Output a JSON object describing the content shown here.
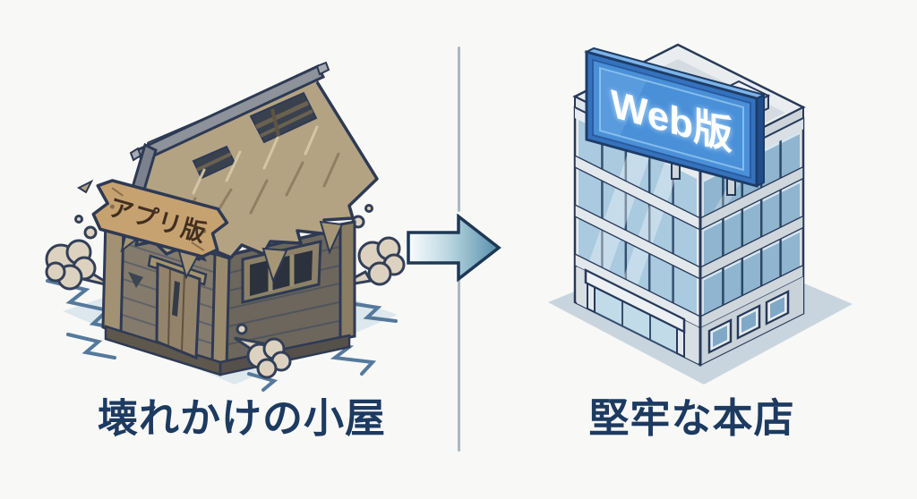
{
  "scene": {
    "background_color": "#f8f8f6",
    "left": {
      "caption": "壊れかけの小屋",
      "sign_label": "アプリ版",
      "icon": "broken-hut-illustration",
      "sign_wood_color": "#c7a271",
      "sign_text_color": "#412f1f",
      "thatch_color": "#b3a383",
      "wall_color": "#847b6c"
    },
    "right": {
      "caption": "堅牢な本店",
      "sign_label": "Web版",
      "icon": "office-building-illustration",
      "billboard_color": "#4a90d8",
      "billboard_text_color": "#ffffff",
      "glass_color": "#a9cadf"
    },
    "divider": {
      "color": "#a9b8c3"
    },
    "arrow": {
      "icon": "right-arrow-icon",
      "direction": "right",
      "gradient_start": "#fbfdfd",
      "gradient_end": "#568fac",
      "outline_color": "#1e3856"
    },
    "caption_color": "#1d3a60",
    "ground_shadow_color": "#dde7ee",
    "crack_color": "#55799c"
  }
}
